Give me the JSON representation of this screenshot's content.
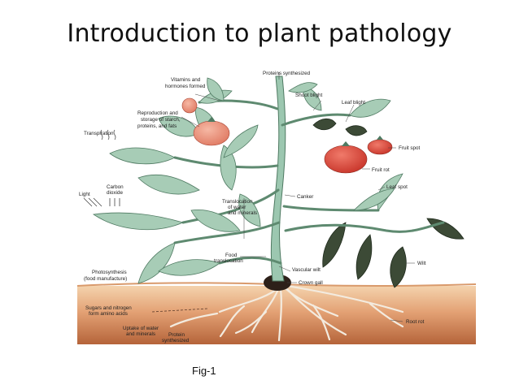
{
  "slide": {
    "title": "Introduction to plant pathology",
    "caption": "Fig-1"
  },
  "diagram": {
    "labels": {
      "proteins_top": "Proteins synthesized",
      "vitamins_1": "Vitamins and",
      "vitamins_2": "hormones formed",
      "reproduction_1": "Reproduction and",
      "reproduction_2": "storage of starch,",
      "reproduction_3": "proteins, and fats",
      "transpiration": "Transpiration",
      "light": "Light",
      "carbon_1": "Carbon",
      "carbon_2": "dioxide",
      "shoot_blight": "Shoot blight",
      "leaf_blight": "Leaf blight",
      "fruit_spot": "Fruit spot",
      "fruit_rot": "Fruit rot",
      "canker": "Canker",
      "leaf_spot": "Leaf spot",
      "translocation_1": "Translocation",
      "translocation_2": "of water",
      "translocation_3": "and minerals",
      "food_1": "Food",
      "food_2": "translocation",
      "vascular_wilt": "Vascular wilt",
      "wilt": "Wilt",
      "photosynthesis_1": "Photosynthesis",
      "photosynthesis_2": "(food manufacture)",
      "crown_gall": "Crown gall",
      "sugars_1": "Sugars and nitrogen",
      "sugars_2": "form amino acids",
      "uptake_1": "Uptake of water",
      "uptake_2": "and minerals",
      "protein_root_1": "Protein",
      "protein_root_2": "synthesized",
      "root_rot": "Root rot"
    },
    "colors": {
      "leaf_light": "#a7ccb6",
      "leaf_mid": "#8fbea4",
      "leaf_dark": "#3c4a36",
      "stem": "#9cc7b0",
      "tomato_red": "#d9483a",
      "tomato_pale": "#e98e77",
      "soil_top": "#f2cfa6",
      "soil_bottom": "#b9673a",
      "root": "#f4ece0"
    }
  }
}
